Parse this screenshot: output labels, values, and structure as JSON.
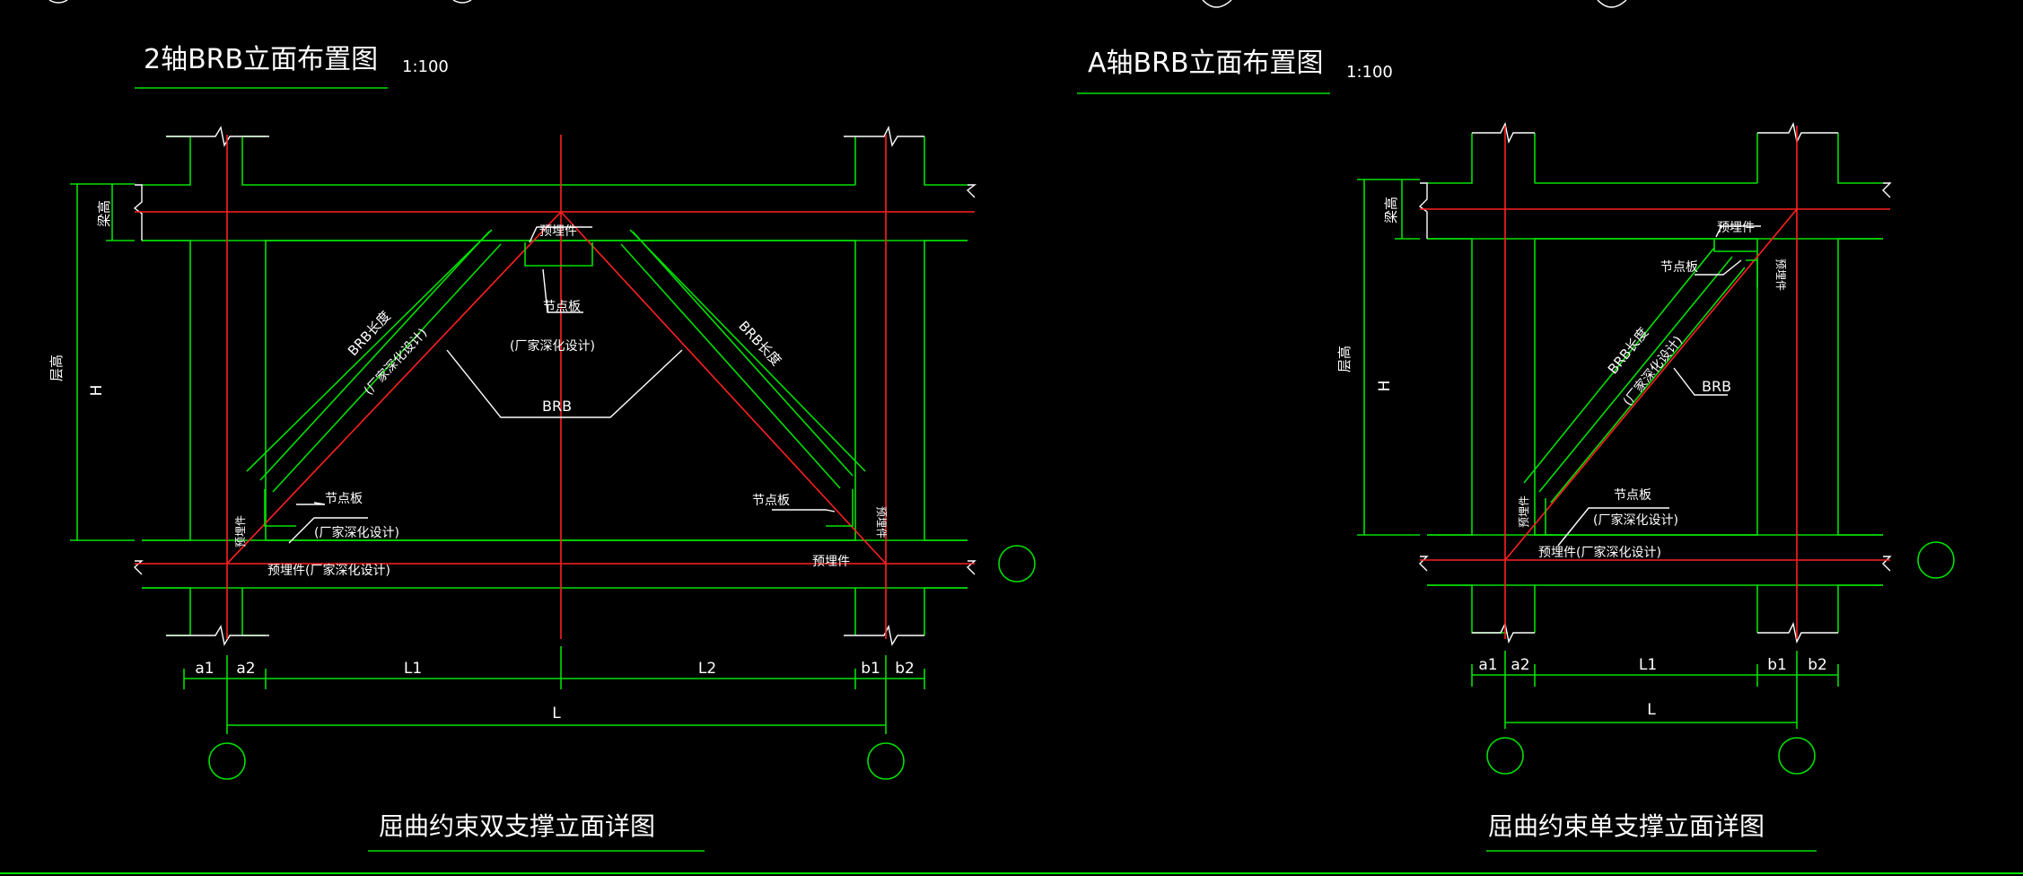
{
  "colors": {
    "background": "#000000",
    "outline": "#00e000",
    "axis": "#ff2020",
    "text": "#ffffff"
  },
  "left": {
    "title": "2轴BRB立面布置图",
    "scale": "1:100",
    "caption": "屈曲约束双支撑立面详图",
    "height_label": "层高",
    "height_symbol": "H",
    "beam_height_label": "梁高",
    "embed_top": "预埋件",
    "gusset_top": "节点板",
    "factory_design_center": "(厂家深化设计)",
    "brb_label": "BRB",
    "brb_length_left": "BRB长度",
    "factory_design_left": "(厂家深化设计)",
    "brb_length_right": "BRB长度",
    "gusset_bl": "节点板",
    "factory_design_bl": "(厂家深化设计)",
    "embed_bl_vertical": "预埋件",
    "embed_bottom": "预埋件(厂家深化设计)",
    "gusset_br": "节点板",
    "embed_br_vertical": "预埋件",
    "embed_br": "预埋件",
    "dims": {
      "a1": "a1",
      "a2": "a2",
      "L1": "L1",
      "L2": "L2",
      "b1": "b1",
      "b2": "b2",
      "L": "L"
    }
  },
  "right": {
    "title": "A轴BRB立面布置图",
    "scale": "1:100",
    "caption": "屈曲约束单支撑立面详图",
    "height_label": "层高",
    "height_symbol": "H",
    "beam_height_label": "梁高",
    "embed_top": "预埋件",
    "gusset_top": "节点板",
    "embed_tr_vertical": "预埋件",
    "brb_length": "BRB长度",
    "factory_design": "(厂家深化设计)",
    "brb_label": "BRB",
    "embed_bl_vertical": "预埋件",
    "gusset_bl": "节点板",
    "factory_design_bl": "(厂家深化设计)",
    "embed_bottom": "预埋件(厂家深化设计)",
    "dims": {
      "a1": "a1",
      "a2": "a2",
      "L1": "L1",
      "b1": "b1",
      "b2": "b2",
      "L": "L"
    }
  }
}
